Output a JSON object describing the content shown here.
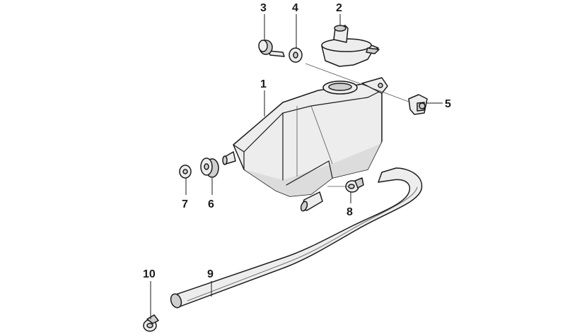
{
  "callouts": [
    {
      "id": "1",
      "part": "expansion-tank"
    },
    {
      "id": "2",
      "part": "tank-cap"
    },
    {
      "id": "3",
      "part": "screw"
    },
    {
      "id": "4",
      "part": "washer"
    },
    {
      "id": "5",
      "part": "clip-nut"
    },
    {
      "id": "6",
      "part": "rubber-grommet"
    },
    {
      "id": "7",
      "part": "washer-small"
    },
    {
      "id": "8",
      "part": "hose-clamp"
    },
    {
      "id": "9",
      "part": "coolant-hose"
    },
    {
      "id": "10",
      "part": "hose-clamp-lower"
    }
  ]
}
